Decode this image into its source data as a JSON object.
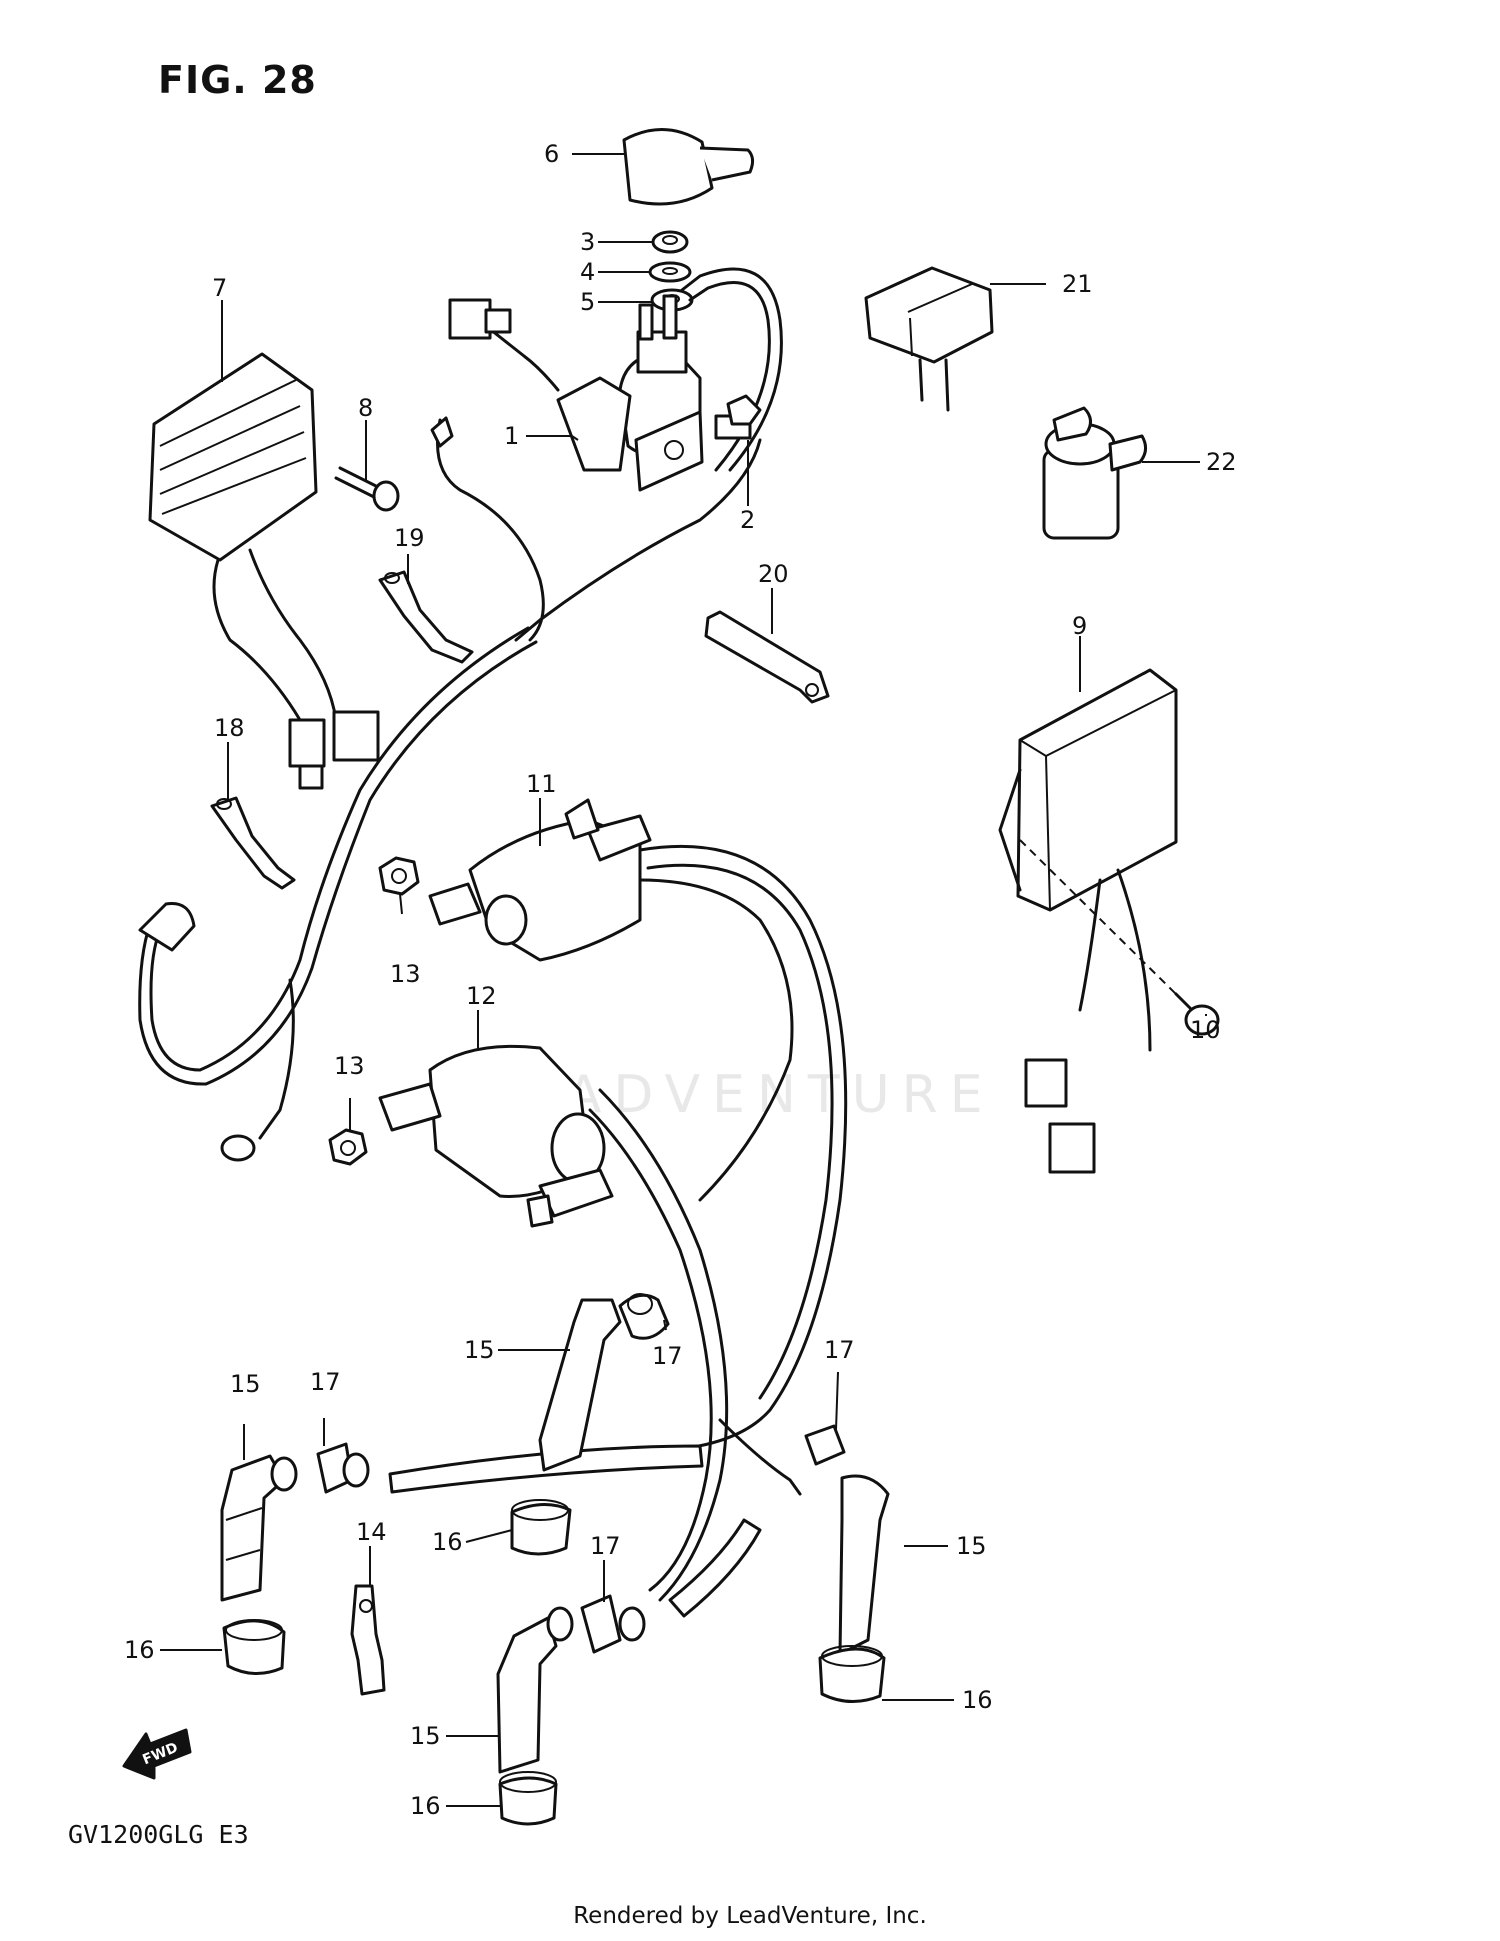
{
  "figure": {
    "title": "FIG. 28"
  },
  "model_code": "GV1200GLG  E3",
  "footer": "Rendered by LeadVenture, Inc.",
  "watermark": "LEADVENTURE",
  "fwd_marker": "FWD",
  "callouts": [
    {
      "id": "c6",
      "label": "6"
    },
    {
      "id": "c3",
      "label": "3"
    },
    {
      "id": "c4",
      "label": "4"
    },
    {
      "id": "c5",
      "label": "5"
    },
    {
      "id": "c1",
      "label": "1"
    },
    {
      "id": "c2",
      "label": "2"
    },
    {
      "id": "c7",
      "label": "7"
    },
    {
      "id": "c8",
      "label": "8"
    },
    {
      "id": "c19",
      "label": "19"
    },
    {
      "id": "c21",
      "label": "21"
    },
    {
      "id": "c22",
      "label": "22"
    },
    {
      "id": "c20",
      "label": "20"
    },
    {
      "id": "c9",
      "label": "9"
    },
    {
      "id": "c18",
      "label": "18"
    },
    {
      "id": "c11",
      "label": "11"
    },
    {
      "id": "c13a",
      "label": "13"
    },
    {
      "id": "c12",
      "label": "12"
    },
    {
      "id": "c10",
      "label": "10"
    },
    {
      "id": "c13b",
      "label": "13"
    },
    {
      "id": "c15a",
      "label": "15"
    },
    {
      "id": "c17a",
      "label": "17"
    },
    {
      "id": "c15b",
      "label": "15"
    },
    {
      "id": "c17b",
      "label": "17"
    },
    {
      "id": "c17c",
      "label": "17"
    },
    {
      "id": "c16a",
      "label": "16"
    },
    {
      "id": "c14",
      "label": "14"
    },
    {
      "id": "c17d",
      "label": "17"
    },
    {
      "id": "c15c",
      "label": "15"
    },
    {
      "id": "c16b",
      "label": "16"
    },
    {
      "id": "c16c",
      "label": "16"
    },
    {
      "id": "c15d",
      "label": "15"
    },
    {
      "id": "c16d",
      "label": "16"
    }
  ]
}
